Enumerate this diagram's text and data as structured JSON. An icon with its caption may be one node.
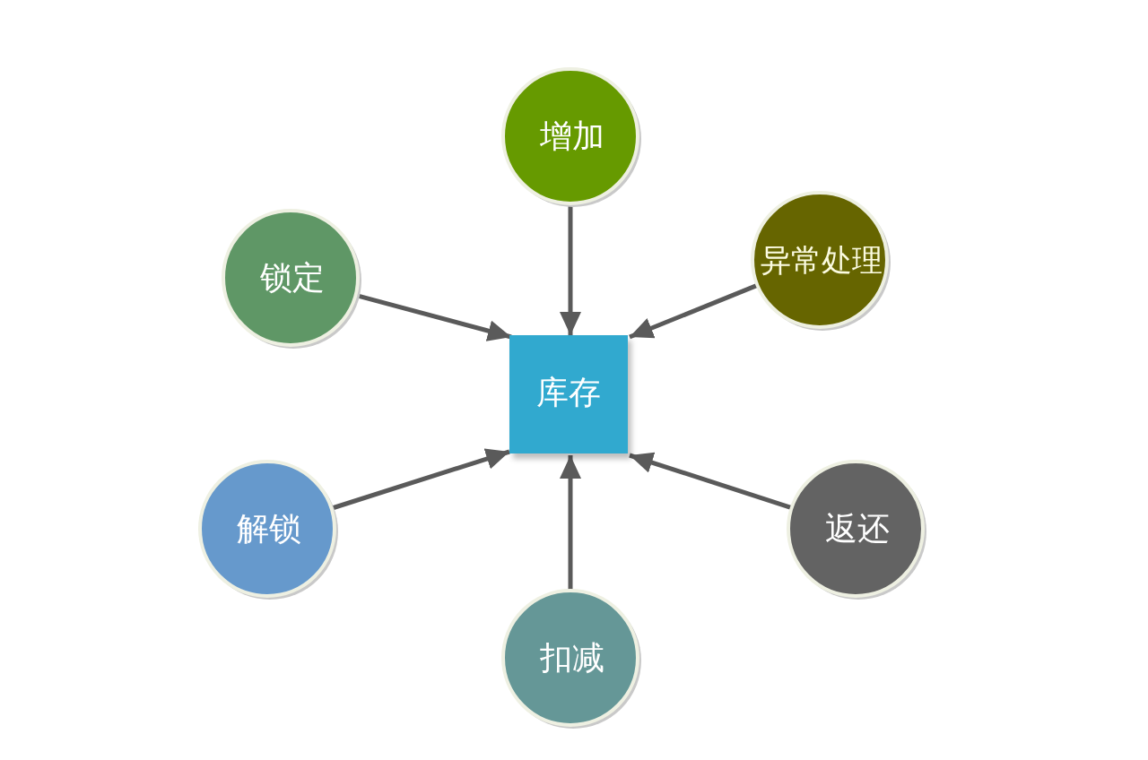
{
  "diagram": {
    "nodes": [
      {
        "text": [
          "增加"
        ]
      },
      {
        "text": [
          "锁定"
        ]
      },
      {
        "text": [
          "异常处理"
        ]
      },
      {
        "text": [
          "库存"
        ]
      },
      {
        "text": [
          "解锁"
        ]
      },
      {
        "text": [
          "返还"
        ]
      },
      {
        "text": [
          "扣减"
        ]
      }
    ],
    "edges": [
      {
        "from": 0,
        "to": 3,
        "arrow": "to"
      },
      {
        "from": 1,
        "to": 3,
        "arrow": "to"
      },
      {
        "from": 2,
        "to": 3,
        "arrow": "to"
      },
      {
        "from": 4,
        "to": 3,
        "arrow": "to"
      },
      {
        "from": 5,
        "to": 3,
        "arrow": "to"
      },
      {
        "from": 6,
        "to": 3,
        "arrow": "to"
      }
    ]
  }
}
